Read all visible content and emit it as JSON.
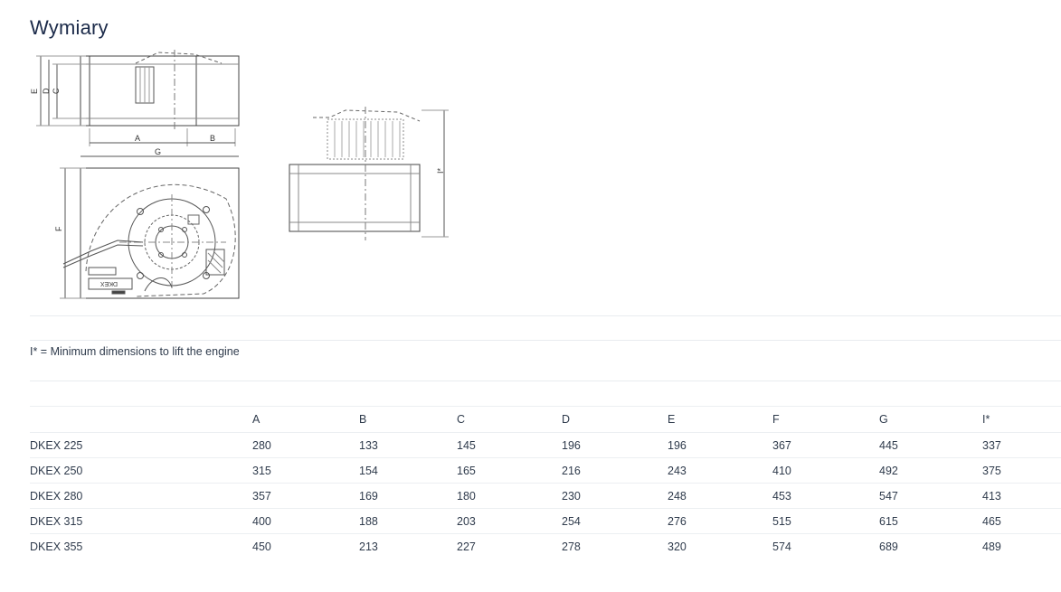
{
  "title": "Wymiary",
  "drawing_labels": {
    "dim_e": "E",
    "dim_d": "D",
    "dim_c": "C",
    "dim_a": "A",
    "dim_b": "B",
    "dim_g": "G",
    "dim_f": "F",
    "dim_i": "I*",
    "plate_text": "DKEX"
  },
  "note": "I* = Minimum dimensions to lift the engine",
  "table": {
    "headers": [
      "",
      "A",
      "B",
      "C",
      "D",
      "E",
      "F",
      "G",
      "I*"
    ],
    "rows": [
      [
        "DKEX 225",
        "280",
        "133",
        "145",
        "196",
        "196",
        "367",
        "445",
        "337"
      ],
      [
        "DKEX 250",
        "315",
        "154",
        "165",
        "216",
        "243",
        "410",
        "492",
        "375"
      ],
      [
        "DKEX 280",
        "357",
        "169",
        "180",
        "230",
        "248",
        "453",
        "547",
        "413"
      ],
      [
        "DKEX 315",
        "400",
        "188",
        "203",
        "254",
        "276",
        "515",
        "615",
        "465"
      ],
      [
        "DKEX 355",
        "450",
        "213",
        "227",
        "278",
        "320",
        "574",
        "689",
        "489"
      ]
    ]
  }
}
